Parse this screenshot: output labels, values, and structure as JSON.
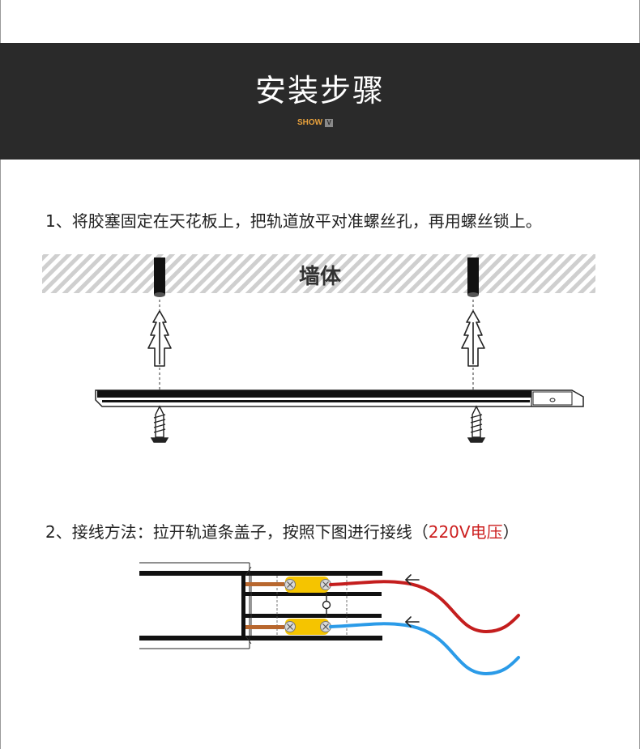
{
  "header": {
    "title": "安装步骤",
    "brand": "SHOW",
    "brand_badge": "V"
  },
  "step1": {
    "text": "1、将胶塞固定在天花板上，把轨道放平对准螺丝孔，再用螺丝锁上。",
    "wall_label": "墙体"
  },
  "step2": {
    "text_before": "2、接线方法：拉开轨道条盖子，按照下图进行接线（",
    "text_highlight": "220V电压",
    "text_after": "）"
  },
  "colors": {
    "banner_bg": "#2a2a2a",
    "brand": "#e8a13c",
    "highlight": "#cc1f1f",
    "live_wire": "#c41e1e",
    "neutral_wire": "#2b9be8",
    "connector": "#f5c400",
    "copper": "#b8672e"
  }
}
